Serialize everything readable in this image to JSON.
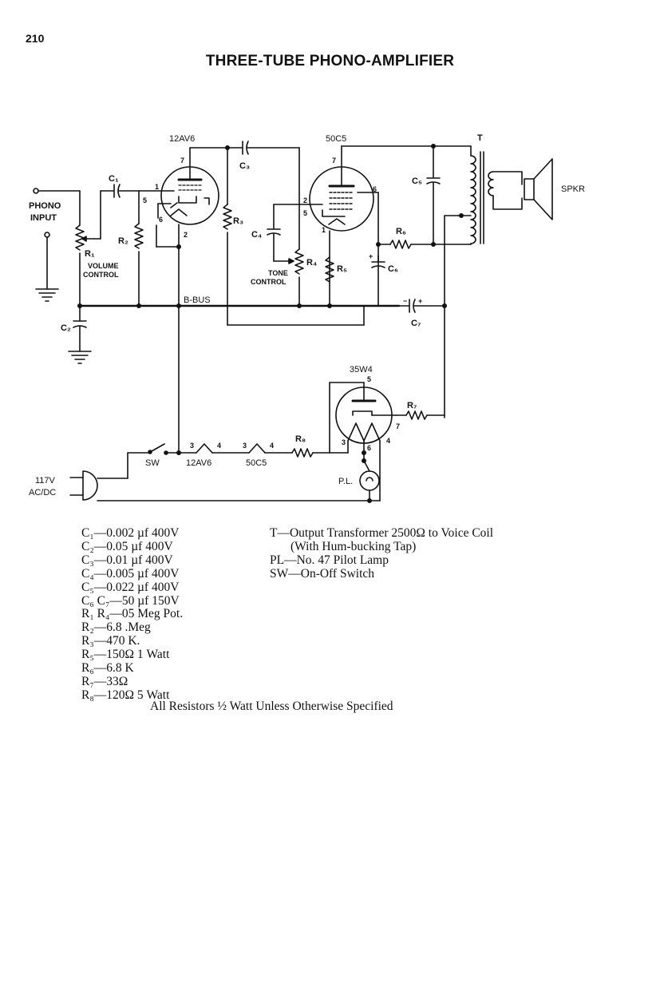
{
  "page_number": "210",
  "title": "THREE-TUBE PHONO-AMPLIFIER",
  "diagram": {
    "tubes": {
      "v1": "12AV6",
      "v2": "50C5",
      "v3": "35W4"
    },
    "labels": {
      "phono_input_1": "PHONO",
      "phono_input_2": "INPUT",
      "volume_1": "VOLUME",
      "volume_2": "CONTROL",
      "tone_1": "TONE",
      "tone_2": "CONTROL",
      "b_bus": "B-BUS",
      "spkr": "SPKR",
      "transformer": "T",
      "sw": "SW",
      "mains_1": "117V",
      "mains_2": "AC/DC",
      "pilot_lamp": "P.L.",
      "heater_12av6": "12AV6",
      "heater_50c5": "50C5",
      "c1": "C₁",
      "c2": "C₂",
      "c3": "C₃",
      "c4": "C₄",
      "c5": "C₅",
      "c6": "C₆",
      "c7": "C₇",
      "r1": "R₁",
      "r2": "R₂",
      "r3": "R₃",
      "r4": "R₄",
      "r5": "R₅",
      "r6": "R₆",
      "r7": "R₇",
      "r8": "R₈"
    }
  },
  "parts_list": {
    "left": [
      "C₁—0.002 µf 400V",
      "C₂—0.05 µf 400V",
      "C₃—0.01 µf 400V",
      "C₄—0.005 µf 400V",
      "C₅—0.022 µf 400V",
      "C₆ C₇—50 µf 150V",
      "R₁ R₄—05 Meg Pot.",
      "R₂—6.8 .Meg",
      "R₃—470 K.",
      "R₅—150Ω 1 Watt",
      "R₆—6.8 K",
      "R₇—33Ω",
      "R₈—120Ω 5 Watt"
    ],
    "right": [
      "T—Output Transformer 2500Ω to Voice Coil",
      "(With Hum-bucking Tap)",
      "PL—No. 47 Pilot Lamp",
      "SW—On-Off Switch"
    ]
  },
  "footer_note": "All Resistors ½ Watt Unless Otherwise Specified"
}
